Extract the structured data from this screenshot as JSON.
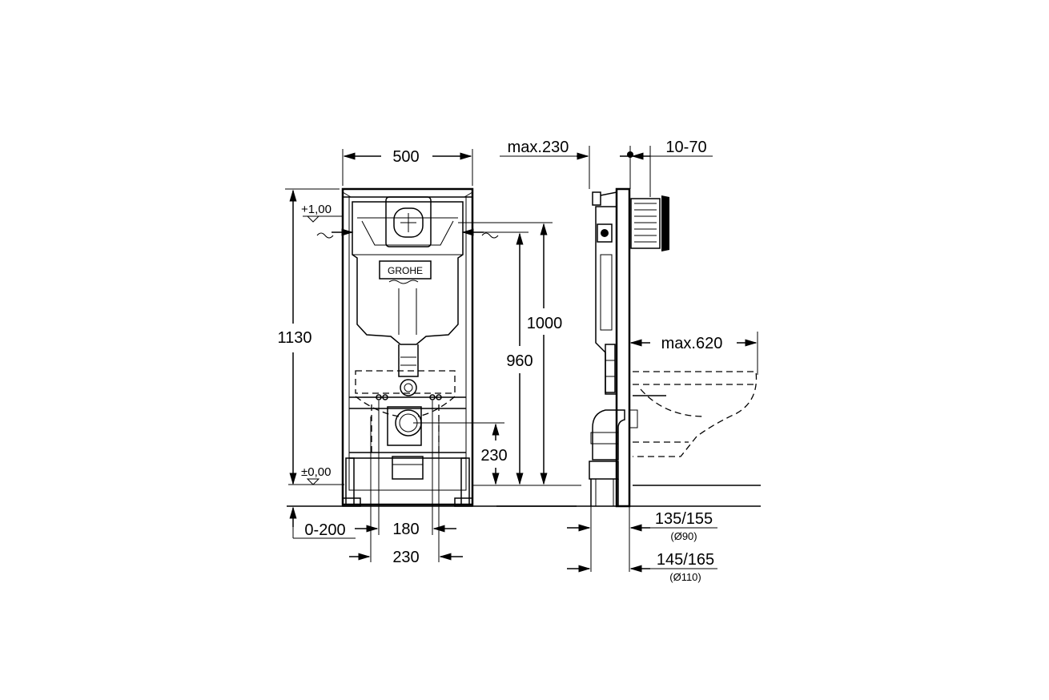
{
  "front_view": {
    "width_label": "500",
    "height_label": "1130",
    "level_top_label": "+1,00",
    "level_bottom_label": "±0,00",
    "inlet_height_label": "1000",
    "inlet_height_alt_label": "960",
    "outlet_height_label": "230",
    "floor_offset_label": "0-200",
    "bolt_spacing_inner_label": "180",
    "bolt_spacing_outer_label": "230",
    "brand_logo_text": "GROHE"
  },
  "side_view": {
    "depth_label": "max.230",
    "wall_thickness_label": "10-70",
    "bowl_projection_label": "max.620",
    "outlet_90_label": "135/155",
    "outlet_90_sub": "(Ø90)",
    "outlet_110_label": "145/165",
    "outlet_110_sub": "(Ø110)"
  }
}
